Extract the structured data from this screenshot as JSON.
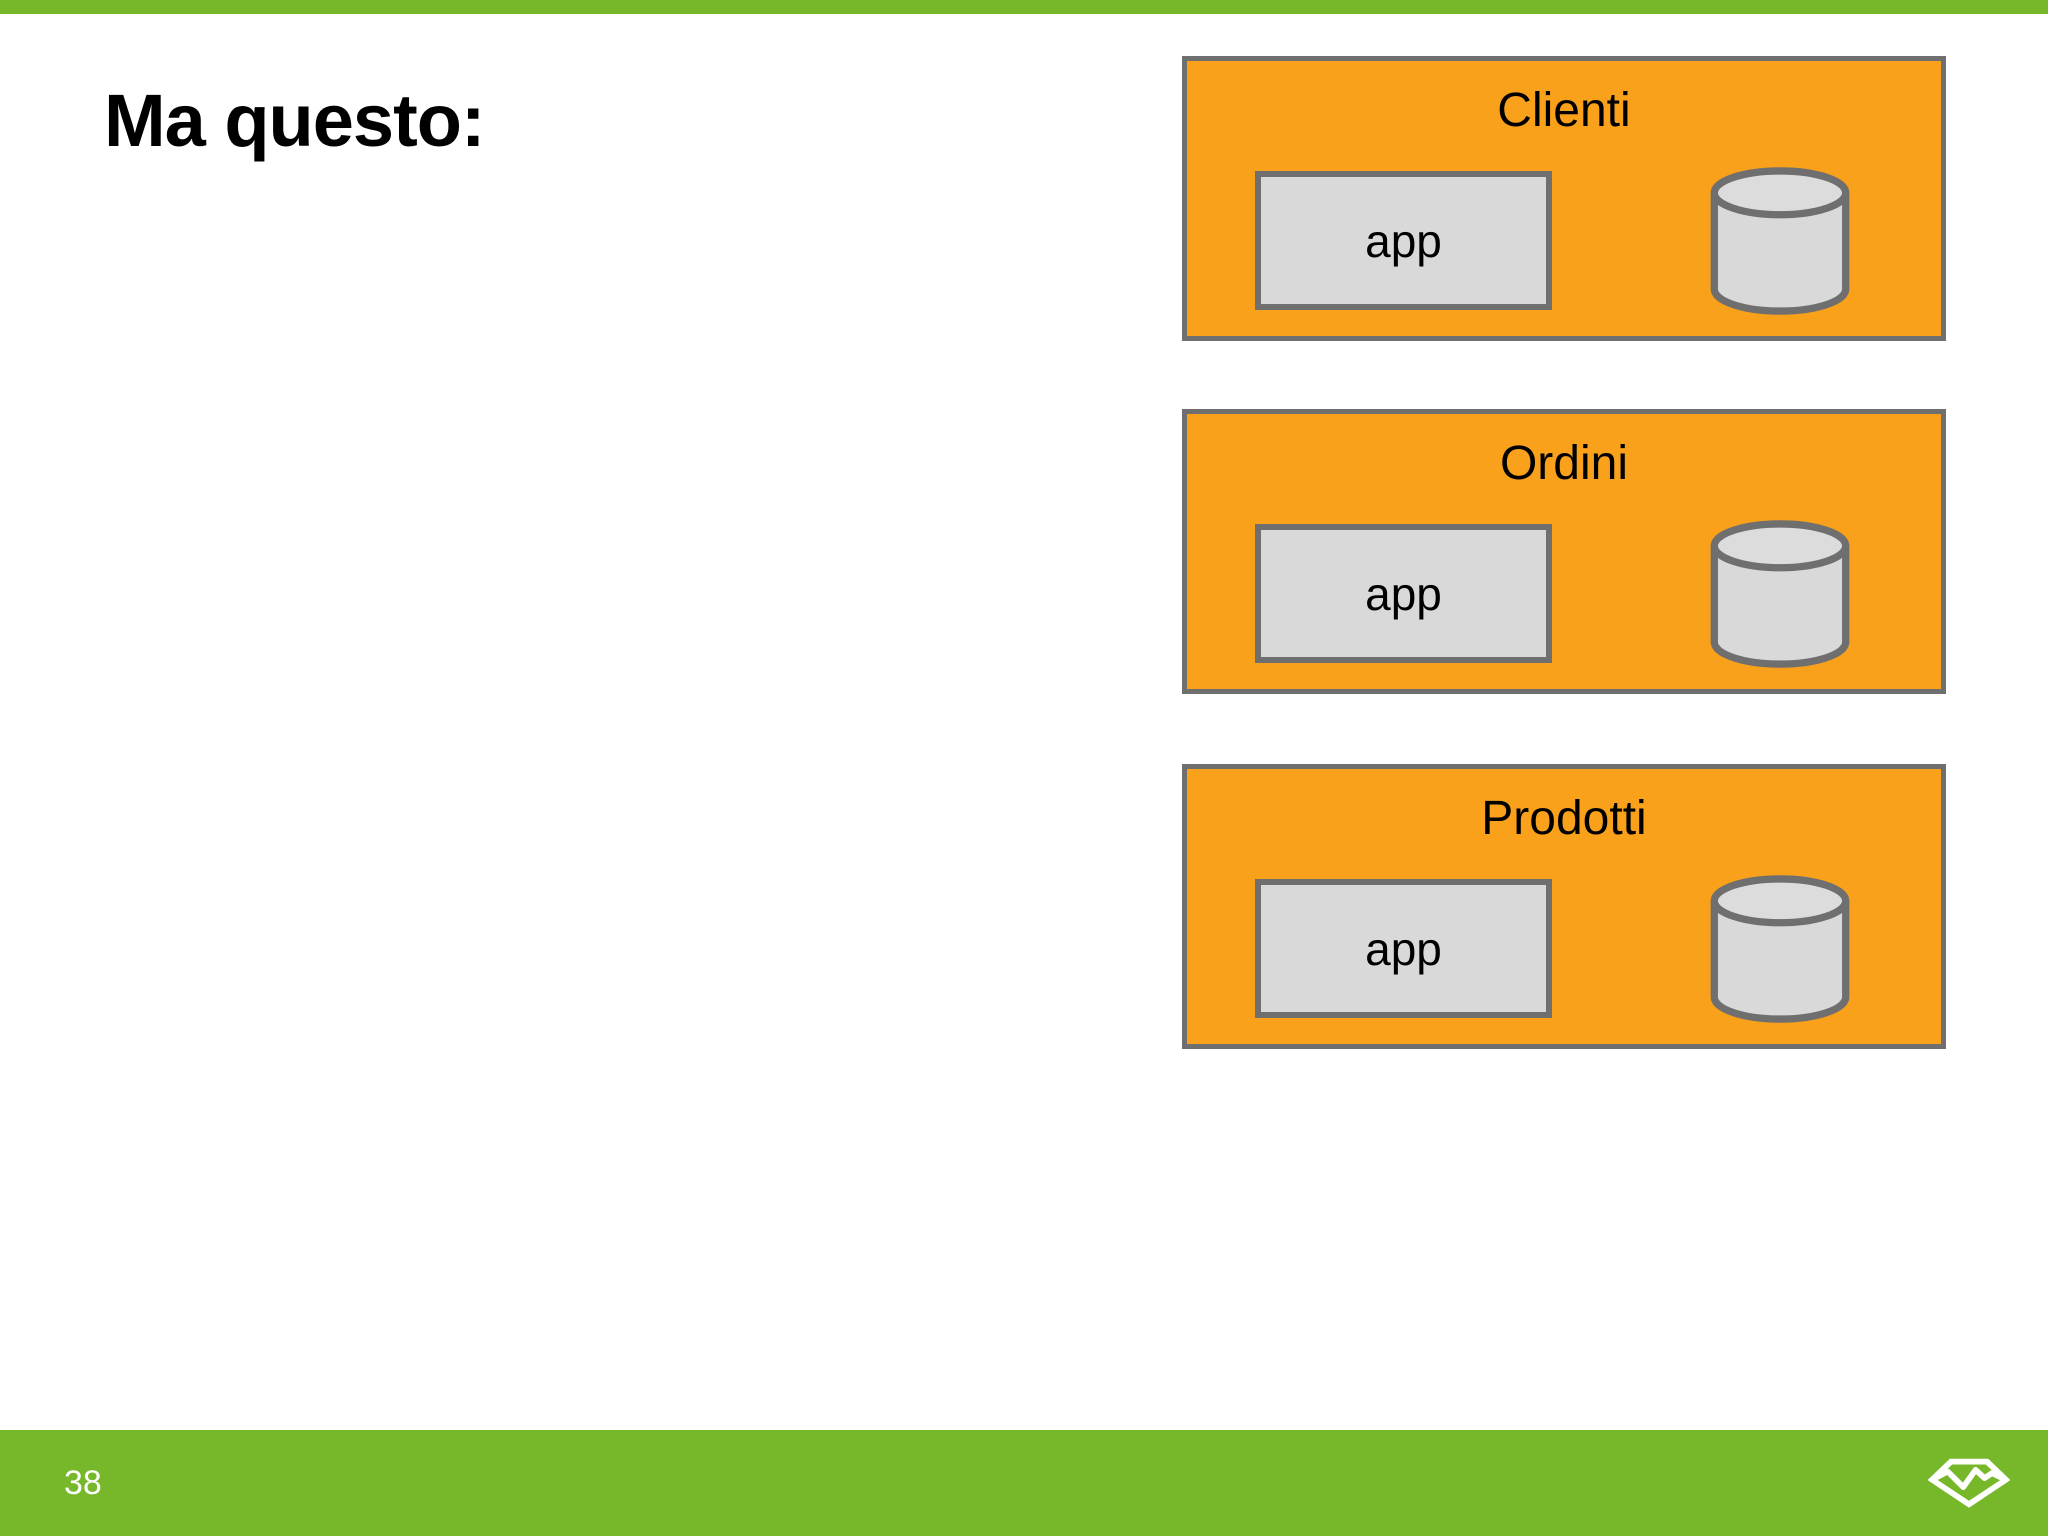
{
  "slide": {
    "title": "Ma questo:",
    "page_number": "38",
    "boxes": [
      {
        "label": "Clienti",
        "app_label": "app",
        "icon": "database-cylinder"
      },
      {
        "label": "Ordini",
        "app_label": "app",
        "icon": "database-cylinder"
      },
      {
        "label": "Prodotti",
        "app_label": "app",
        "icon": "database-cylinder"
      }
    ],
    "footer": {
      "logo": "gem-pulse-logo"
    },
    "colors": {
      "accent_green": "#76B82A",
      "box_orange": "#F9A11B",
      "box_border_gray": "#6F6F6F",
      "panel_gray": "#D9D9D9",
      "text_black": "#000000",
      "footer_text_white": "#FDFDFD"
    }
  }
}
